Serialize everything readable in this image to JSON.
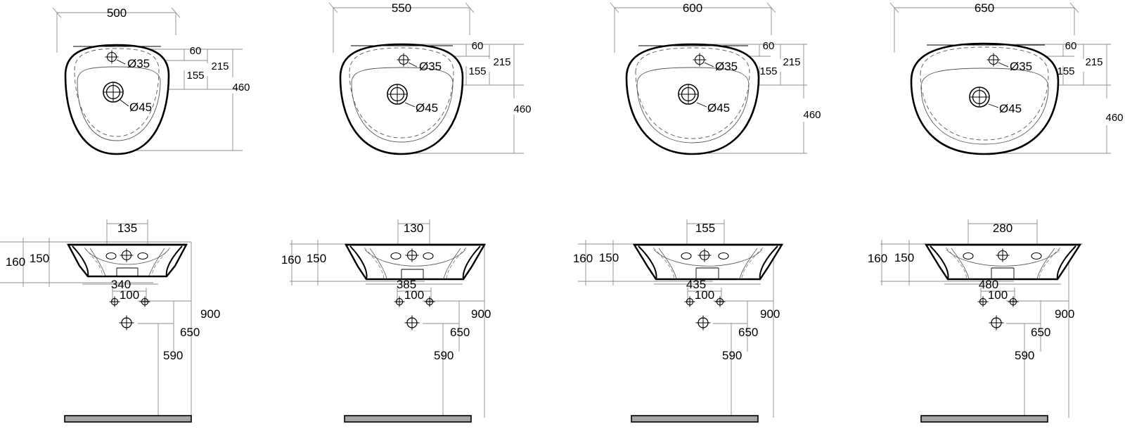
{
  "drawing": {
    "title": "Washbasin dimensional drawing - four sizes",
    "units": "mm",
    "line_color": "#000000",
    "dim_line_color": "#8c8c8c",
    "bowl_line_color": "#000000",
    "floor_fill": "#a6a6a6"
  },
  "variants": [
    {
      "id": "basin-500",
      "plan": {
        "width": "500",
        "depth": "460",
        "tap_hole": "Ø35",
        "waste_hole": "Ø45",
        "dim_60": "60",
        "dim_155": "155",
        "dim_215": "215"
      },
      "elevation": {
        "tap_spread": "135",
        "base_width": "340",
        "bracket_spacing": "100",
        "front_height": "160",
        "rim_height": "150",
        "height_900": "900",
        "height_650": "650",
        "height_590": "590"
      }
    },
    {
      "id": "basin-550",
      "plan": {
        "width": "550",
        "depth": "460",
        "tap_hole": "Ø35",
        "waste_hole": "Ø45",
        "dim_60": "60",
        "dim_155": "155",
        "dim_215": "215"
      },
      "elevation": {
        "tap_spread": "130",
        "base_width": "385",
        "bracket_spacing": "100",
        "front_height": "160",
        "rim_height": "150",
        "height_900": "900",
        "height_650": "650",
        "height_590": "590"
      }
    },
    {
      "id": "basin-600",
      "plan": {
        "width": "600",
        "depth": "460",
        "tap_hole": "Ø35",
        "waste_hole": "Ø45",
        "dim_60": "60",
        "dim_155": "155",
        "dim_215": "215"
      },
      "elevation": {
        "tap_spread": "155",
        "base_width": "435",
        "bracket_spacing": "100",
        "front_height": "160",
        "rim_height": "150",
        "height_900": "900",
        "height_650": "650",
        "height_590": "590"
      }
    },
    {
      "id": "basin-650",
      "plan": {
        "width": "650",
        "depth": "460",
        "tap_hole": "Ø35",
        "waste_hole": "Ø45",
        "dim_60": "60",
        "dim_155": "155",
        "dim_215": "215"
      },
      "elevation": {
        "tap_spread": "280",
        "base_width": "480",
        "bracket_spacing": "100",
        "front_height": "160",
        "rim_height": "150",
        "height_900": "900",
        "height_650": "650",
        "height_590": "590"
      }
    }
  ]
}
